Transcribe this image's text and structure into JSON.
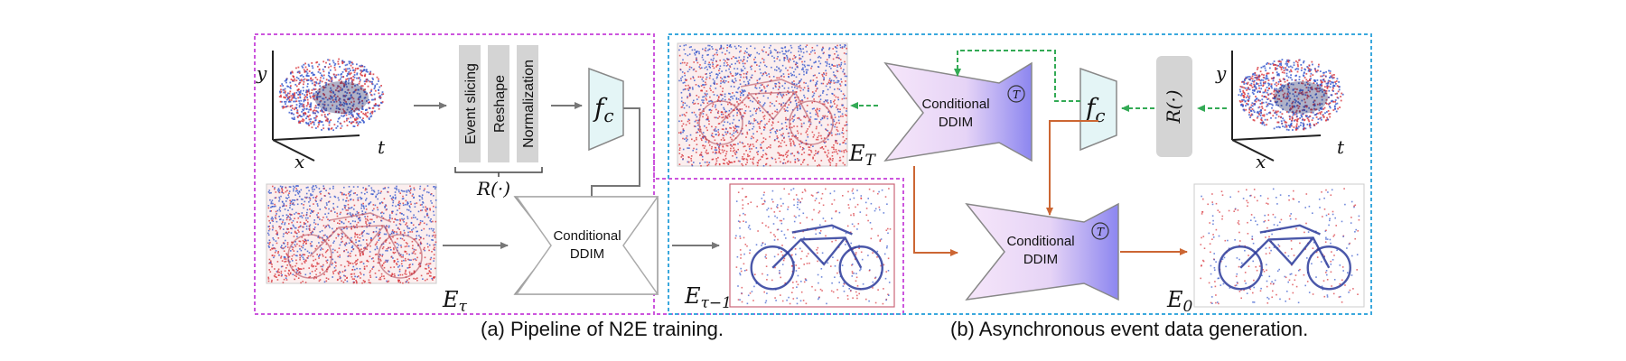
{
  "panel_a": {
    "caption": "(a) Pipeline of N2E training.",
    "preprocess_steps": [
      "Event slicing",
      "Reshape",
      "Normalization"
    ],
    "resample_label": "R(·)",
    "encoder_label": "f",
    "encoder_subscript": "c",
    "ddim_line1": "Conditional",
    "ddim_line2": "DDIM",
    "input_label": "E",
    "input_subscript": "τ",
    "output_label": "E",
    "output_subscript": "τ−1",
    "axis_x": "x",
    "axis_y": "y",
    "axis_t": "t"
  },
  "panel_b": {
    "caption": "(b) Asynchronous event data generation.",
    "resample_label": "R(·)",
    "encoder_label": "f",
    "encoder_subscript": "c",
    "ddim_top_line1": "Conditional",
    "ddim_top_line2": "DDIM",
    "ddim_bottom_line1": "Conditional",
    "ddim_bottom_line2": "DDIM",
    "step_symbol": "T",
    "noise_label": "E",
    "noise_subscript": "T",
    "result_label": "E",
    "result_subscript": "0",
    "axis_x": "x",
    "axis_y": "y",
    "axis_t": "t"
  },
  "colors": {
    "panel_a_border": "#cc55dd",
    "panel_b_border": "#3aa8dd",
    "inference_arrow": "#cc6633",
    "condition_arrow": "#33aa55",
    "ddim_gradient_start": "#f6e6fa",
    "ddim_gradient_end": "#8c86f0",
    "encoder_fill": "#e4f5f6",
    "event_red": "#d8333a",
    "event_blue": "#3355cc"
  }
}
